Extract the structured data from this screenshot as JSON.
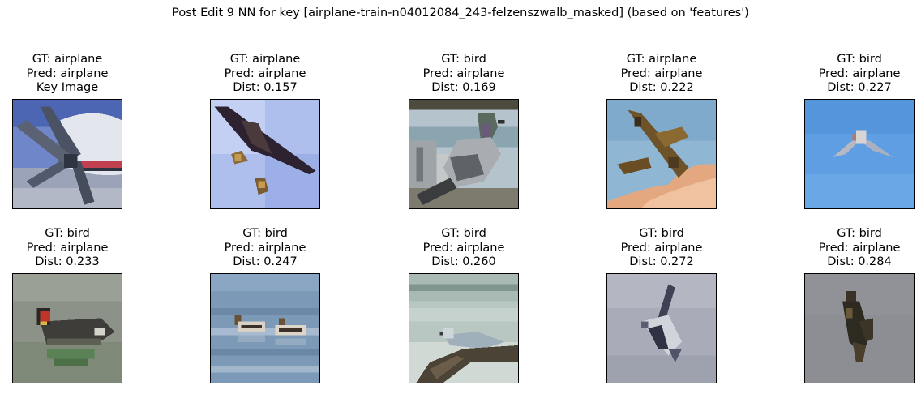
{
  "figure": {
    "suptitle": "Post Edit 9 NN for key [airplane-train-n04012084_243-felzenszwalb_masked] (based on 'features')"
  },
  "panels": [
    {
      "gt": "GT: airplane",
      "pred": "Pred: airplane",
      "note": "Key Image",
      "thumbnail": "airplane-propeller-thumbnail"
    },
    {
      "gt": "GT: airplane",
      "pred": "Pred: airplane",
      "note": "Dist: 0.157",
      "thumbnail": "airplane-in-sky-thumbnail"
    },
    {
      "gt": "GT: bird",
      "pred": "Pred: airplane",
      "note": "Dist: 0.169",
      "thumbnail": "pigeon-thumbnail"
    },
    {
      "gt": "GT: airplane",
      "pred": "Pred: airplane",
      "note": "Dist: 0.222",
      "thumbnail": "plane-over-clouds-thumbnail"
    },
    {
      "gt": "GT: bird",
      "pred": "Pred: airplane",
      "note": "Dist: 0.227",
      "thumbnail": "gull-blue-sky-thumbnail"
    },
    {
      "gt": "GT: bird",
      "pred": "Pred: airplane",
      "note": "Dist: 0.233",
      "thumbnail": "moorhen-thumbnail"
    },
    {
      "gt": "GT: bird",
      "pred": "Pred: airplane",
      "note": "Dist: 0.247",
      "thumbnail": "ducks-on-water-thumbnail"
    },
    {
      "gt": "GT: bird",
      "pred": "Pred: airplane",
      "note": "Dist: 0.260",
      "thumbnail": "bird-on-branch-thumbnail"
    },
    {
      "gt": "GT: bird",
      "pred": "Pred: airplane",
      "note": "Dist: 0.272",
      "thumbnail": "bird-flying-grey-thumbnail"
    },
    {
      "gt": "GT: bird",
      "pred": "Pred: airplane",
      "note": "Dist: 0.284",
      "thumbnail": "dark-bird-grey-thumbnail"
    }
  ]
}
